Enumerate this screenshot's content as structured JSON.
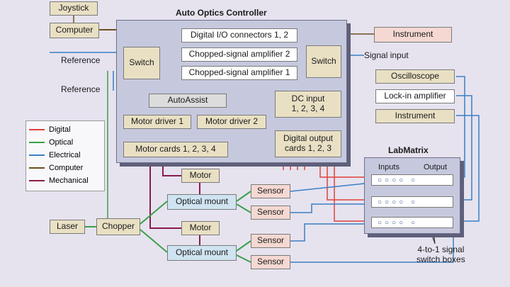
{
  "title": "Auto Optics Controller",
  "external": {
    "joystick": "Joystick",
    "computer": "Computer",
    "instrument_top": "Instrument",
    "reference_1": "Reference",
    "reference_2": "Reference",
    "signal_input": "Signal input"
  },
  "controller": {
    "digital_io": "Digital I/O connectors 1, 2",
    "chopped_amp_2": "Chopped-signal amplifier 2",
    "chopped_amp_1": "Chopped-signal amplifier 1",
    "switch_left": "Switch",
    "switch_right": "Switch",
    "autoassist": "AutoAssist",
    "dc_input_line1": "DC input",
    "dc_input_line2": "1, 2, 3, 4",
    "motor_driver_1": "Motor driver 1",
    "motor_driver_2": "Motor driver 2",
    "motor_cards": "Motor cards 1, 2, 3, 4",
    "digital_output_line1": "Digital output",
    "digital_output_line2": "cards 1, 2, 3"
  },
  "instruments_right": {
    "oscilloscope": "Oscilloscope",
    "lockin": "Lock-in amplifier",
    "instrument": "Instrument"
  },
  "labmatrix": {
    "title": "LabMatrix",
    "inputs": "Inputs",
    "output": "Output",
    "switch_boxes_line1": "4-to-1 signal",
    "switch_boxes_line2": "switch boxes"
  },
  "optics": {
    "laser": "Laser",
    "chopper": "Chopper",
    "motor_1": "Motor",
    "motor_2": "Motor",
    "optical_mount_1": "Optical mount",
    "optical_mount_2": "Optical mount",
    "sensor_1": "Sensor",
    "sensor_2": "Sensor",
    "sensor_3": "Sensor",
    "sensor_4": "Sensor"
  },
  "legend": [
    {
      "label": "Digital",
      "color": "#e0413b"
    },
    {
      "label": "Optical",
      "color": "#3aa04a"
    },
    {
      "label": "Electrical",
      "color": "#3a7fc4"
    },
    {
      "label": "Computer",
      "color": "#6b4f1d"
    },
    {
      "label": "Mechanical",
      "color": "#8a1c4a"
    }
  ]
}
